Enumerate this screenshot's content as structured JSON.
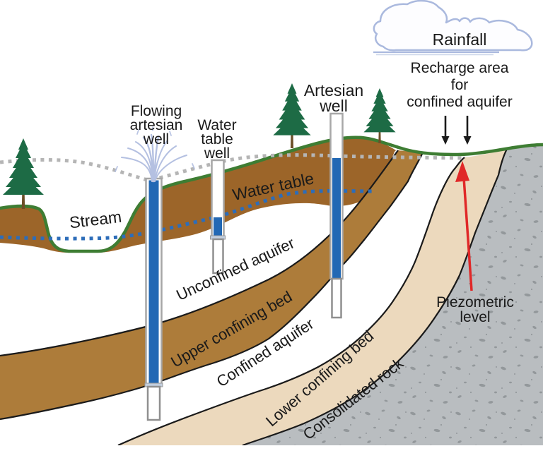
{
  "labels": {
    "rainfall": "Rainfall",
    "recharge_area": {
      "lines": [
        "Recharge area",
        "for",
        "confined aquifer"
      ]
    },
    "artesian_well": {
      "lines": [
        "Artesian",
        "well"
      ]
    },
    "flowing_artesian_well": {
      "lines": [
        "Flowing",
        "artesian",
        "well"
      ]
    },
    "water_table_well": {
      "lines": [
        "Water",
        "table",
        "well"
      ]
    },
    "water_table": "Water table",
    "stream": "Stream",
    "piezometric_level": {
      "lines": [
        "Piezometric",
        "level"
      ]
    }
  },
  "layers": {
    "unconfined_aquifer": "Unconfined aquifer",
    "upper_confining_bed": "Upper confining bed",
    "confined_aquifer": "Confined aquifer",
    "lower_confining_bed": "Lower confining bed",
    "consolidated_rock": "Consolidated rock"
  },
  "colors": {
    "surface_green": "#3e7d33",
    "topsoil_brown": "#9c6529",
    "upper_confining_brown": "#ad7c3a",
    "lower_confining_tan": "#ecd9bd",
    "rock_gray": "#b9bdc0",
    "rock_speckle_gray": "#8e9396",
    "well_water_blue": "#2268b4",
    "water_table_blue": "#2d6db9",
    "piezometric_gray": "#b5b5b5",
    "arrow_red": "#e02828",
    "tree_green": "#1d6b45",
    "trunk_brown": "#6d4f28",
    "cloud_outline_blue": "#aab9de",
    "boundary_black": "#1a1a1a"
  }
}
